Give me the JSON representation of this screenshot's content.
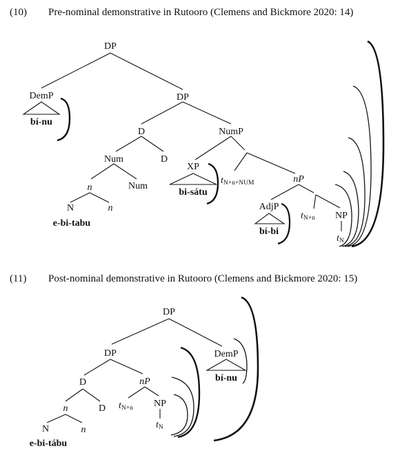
{
  "examples": [
    {
      "number": "(10)",
      "title": "Pre-nominal demonstrative in Rutooro (Clemens and Bickmore 2020: 14)",
      "nodes": {
        "dp_root": "DP",
        "demp": "DemP",
        "demp_word": "bí-nu",
        "dp2": "DP",
        "d_head": "D",
        "nump": "NumP",
        "num": "Num",
        "d_trace": "D",
        "xp": "XP",
        "xp_word": "bi-sátu",
        "t_num": "t",
        "t_num_sub": "N+n+NUM",
        "np_small": "nP",
        "n_small": "n",
        "num_head": "Num",
        "adjp": "AdjP",
        "adjp_word": "bí-bi",
        "t_nn": "t",
        "t_nn_sub": "N+n",
        "NP": "NP",
        "t_n": "t",
        "t_n_sub": "N",
        "N": "N",
        "n_leaf": "n",
        "word": "e-bi-tabu"
      }
    },
    {
      "number": "(11)",
      "title": "Post-nominal demonstrative in Rutooro (Clemens and Bickmore 2020: 15)",
      "nodes": {
        "dp_root": "DP",
        "dp2": "DP",
        "demp": "DemP",
        "demp_word": "bí-nu",
        "d_head": "D",
        "np_small": "nP",
        "n_small": "n",
        "d_trace": "D",
        "t_nn": "t",
        "t_nn_sub": "N+n",
        "NP": "NP",
        "N": "N",
        "n_leaf": "n",
        "t_n": "t",
        "t_n_sub": "N",
        "word": "e-bi-tábu"
      }
    }
  ]
}
